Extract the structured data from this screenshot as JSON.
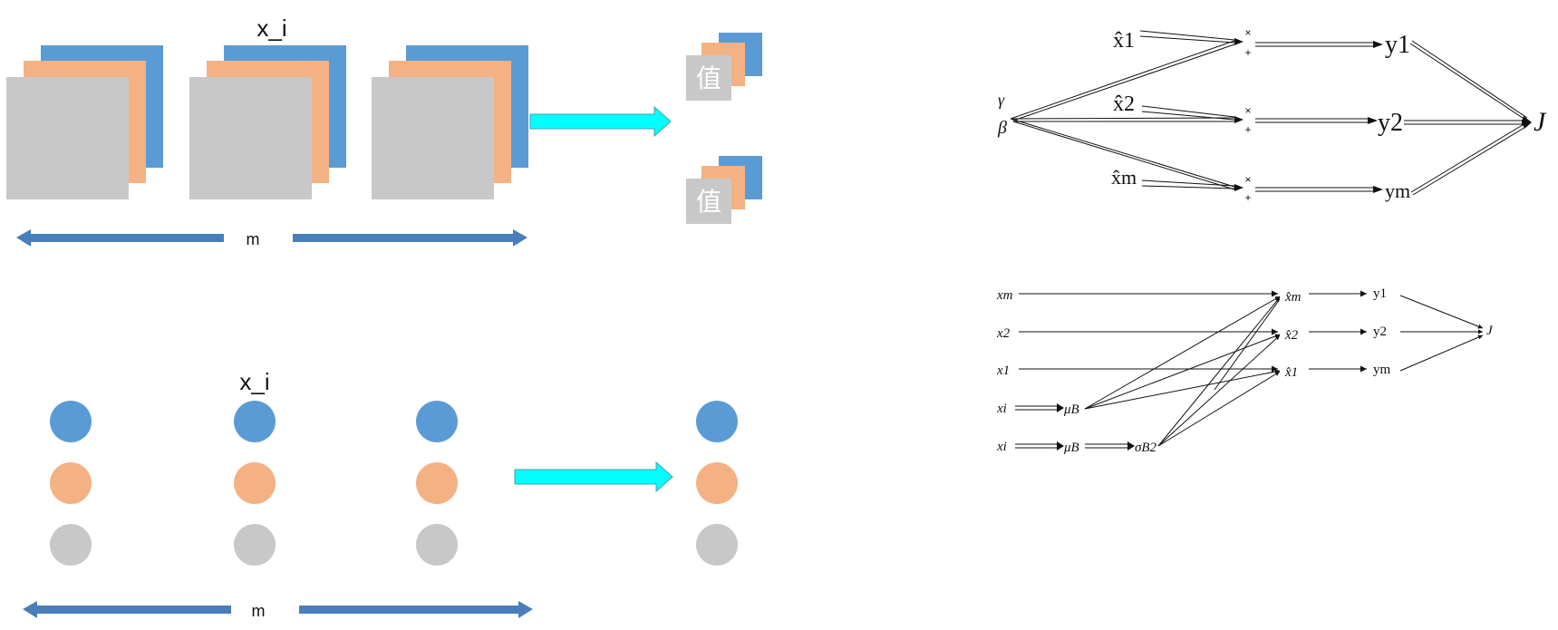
{
  "left_top": {
    "x_label": "x_i",
    "m_label": "m",
    "value_glyph": "值",
    "colors": {
      "blue": "#5B9BD5",
      "orange": "#F4B183",
      "gray": "#C8C8C8",
      "arrow_cyan": "#00FFFF",
      "arrow_blue": "#4A7EBB"
    }
  },
  "left_bottom": {
    "x_label": "x_i",
    "m_label": "m"
  },
  "right_top": {
    "inputs": [
      "x̂1",
      "x̂2",
      "x̂m"
    ],
    "params": [
      "γ",
      "β"
    ],
    "op_times": "×",
    "op_plus": "+",
    "outputs": [
      "y1",
      "y2",
      "ym"
    ],
    "loss": "J"
  },
  "right_bottom": {
    "inputs": [
      "xm",
      "x2",
      "x1",
      "xi",
      "xi"
    ],
    "mu": [
      "μB",
      "μB"
    ],
    "sigma": "σB2",
    "xhat": [
      "x̂m",
      "x̂2",
      "x̂1"
    ],
    "outputs": [
      "y1",
      "y2",
      "ym"
    ],
    "loss": "J"
  }
}
